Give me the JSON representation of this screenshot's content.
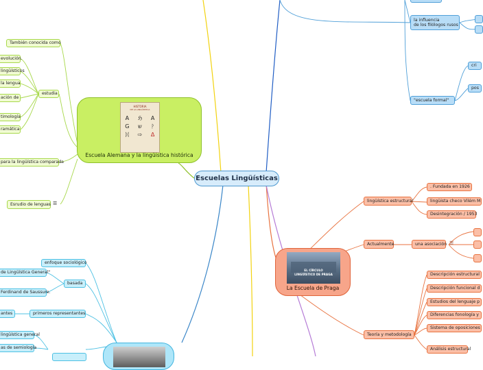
{
  "center": {
    "label": "Escuelas Lingüísticas"
  },
  "alemana": {
    "title": "Escuela Alemana y la lingüística histórica",
    "book": {
      "line1": "HISTORIA",
      "line2": "DE LA LINGÜISTICA",
      "glyphs": [
        "A",
        "ℌ",
        "A",
        "G",
        "ש",
        "ᚹ",
        "ᛞ",
        "⇨",
        "Δ"
      ]
    },
    "tambien": "También conocida como",
    "estudia": "estudia",
    "items": [
      "evolución.",
      "lingüísticos",
      "la lengua",
      "ación de",
      "timología",
      "ramática"
    ],
    "comparada": "para la lingüística comparada",
    "estudio": "Esrudio de lenguas"
  },
  "praga": {
    "title": "La Escuela de Praga",
    "image_text": [
      "EL CÍRCULO",
      "LINGÜÍSTICO DE PRAGA"
    ],
    "estructural": "lingüística estructural",
    "estructural_children": [
      ". Fundada en 1926",
      "lingüista checo Vilém M",
      "Desintegración / 1953"
    ],
    "actualmente": "Actualmente",
    "asociacion": "una asociación",
    "teoria": "Teoría y metodología",
    "teoria_children": [
      "Descripción estructural",
      "Descripción funcional d",
      "Estudios del lenguaje p",
      "Diferencias fonología y",
      "Sistema de oposiciones",
      "Análisis estructural"
    ]
  },
  "top_right": {
    "influencia": [
      "la influencia",
      "de los filólogos rusos"
    ],
    "formal": "\"escuela formal\"",
    "cri": "cri",
    "pos": "pos"
  },
  "ginebra": {
    "enfoque": "enfoque sociológico",
    "basada": "basada",
    "basada_children": [
      "de Lingüística General\"",
      "Ferdinand de Saussure."
    ],
    "representantes": "primeros representantes",
    "antes": "antes",
    "bottom": [
      "lingüística general",
      "as de semiología"
    ]
  },
  "colors": {
    "green": "#a7d84a",
    "orange": "#e8723f",
    "blue": "#4f9fd8",
    "cyan": "#4cc0e3",
    "yellow": "#f2d20e",
    "darkblue": "#1e5cc4",
    "purple": "#b57bd6"
  }
}
